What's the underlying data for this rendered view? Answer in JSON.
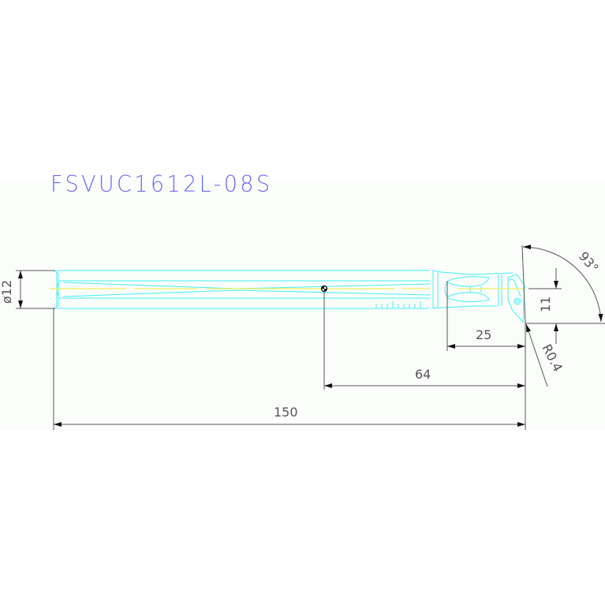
{
  "title": "FSVUC1612L-08S",
  "colors": {
    "title": "#6c6cf0",
    "tool_outline": "#44eef0",
    "centerline": "#f0f060",
    "dimension": "#333333",
    "background_band": "#fbfdfb"
  },
  "dimensions": {
    "shank_diameter": "ø12",
    "overall_length": "150",
    "length_to_hole": "64",
    "head_length": "25",
    "tip_offset": "11",
    "corner_radius": "R0.4",
    "approach_angle": "93°"
  }
}
